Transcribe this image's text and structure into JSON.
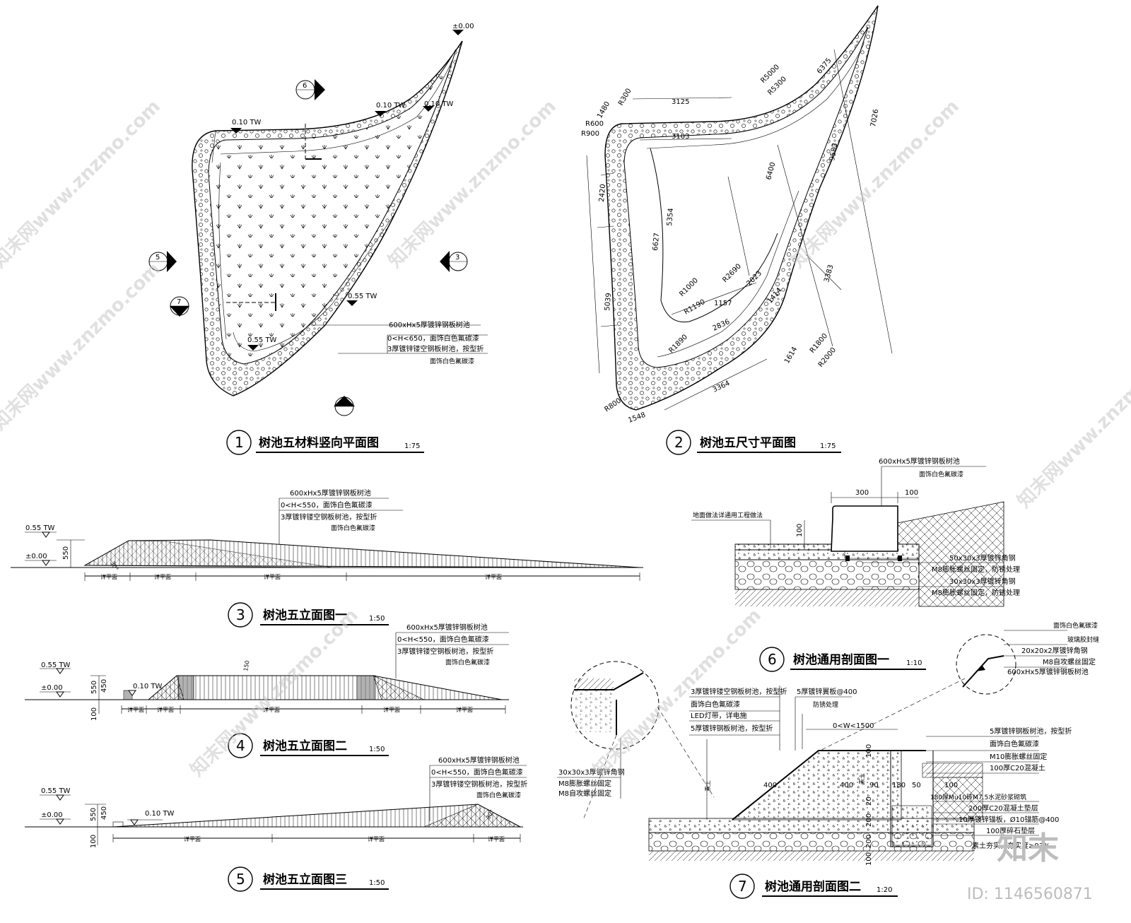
{
  "watermark": {
    "site": "知末网www.znzmo.com",
    "brand": "知末",
    "id": "ID: 1146560871"
  },
  "drawing1": {
    "number": "1",
    "title": "树池五材料竖向平面图",
    "scale": "1:75",
    "elevations": [
      "±0.00",
      "0.10 TW",
      "0.10 TW",
      "0.10 TW",
      "0.55 TW",
      "0.55 TW"
    ],
    "section_marks": [
      "6",
      "5",
      "3",
      "7",
      "4"
    ],
    "notes": [
      "600xHx5厚镀锌钢板树池",
      "0<H<650，面饰白色氟碳漆",
      "3厚镀锌镂空钢板树池，按型折",
      "面饰白色氟碳漆"
    ]
  },
  "drawing2": {
    "number": "2",
    "title": "树池五尺寸平面图",
    "scale": "1:75",
    "dims": [
      "3125",
      "3103",
      "R300",
      "R600",
      "R900",
      "1480",
      "R5000",
      "R5300",
      "6375",
      "7026",
      "9583",
      "6400",
      "2420",
      "5354",
      "6627",
      "5039",
      "R1000",
      "R1190",
      "1157",
      "R2690",
      "2023",
      "1414",
      "2836",
      "R1890",
      "R1800",
      "R2000",
      "1614",
      "3383",
      "3364",
      "1548",
      "R800"
    ]
  },
  "drawing3": {
    "number": "3",
    "title": "树池五立面图一",
    "scale": "1:50",
    "elevations": [
      "0.55 TW",
      "±0.00"
    ],
    "height": "550",
    "angle": "30°",
    "labels": [
      "详平面",
      "详平面",
      "详平面",
      "详平面"
    ],
    "notes": [
      "600xHx5厚镀锌钢板树池",
      "0<H<550，面饰白色氟碳漆",
      "3厚镀锌镂空钢板树池，按型折",
      "面饰白色氟碳漆"
    ]
  },
  "drawing4": {
    "number": "4",
    "title": "树池五立面图二",
    "scale": "1:50",
    "elevations": [
      "0.55 TW",
      "±0.00",
      "0.10 TW"
    ],
    "dims": [
      "450",
      "550",
      "100",
      "150"
    ],
    "labels": [
      "详平面",
      "详平面",
      "详平面",
      "详平面",
      "详平面"
    ],
    "notes": [
      "600xHx5厚镀锌钢板树池",
      "0<H<550，面饰白色氟碳漆",
      "3厚镀锌镂空钢板树池，按型折",
      "面饰白色氟碳漆"
    ]
  },
  "drawing5": {
    "number": "5",
    "title": "树池五立面图三",
    "scale": "1:50",
    "elevations": [
      "0.55 TW",
      "±0.00",
      "0.10 TW"
    ],
    "dims": [
      "450",
      "550",
      "100"
    ],
    "angle": "30°",
    "labels": [
      "详平面",
      "详平面",
      "详平面"
    ],
    "notes": [
      "600xHx5厚镀锌钢板树池",
      "0<H<550，面饰白色氟碳漆",
      "3厚镀锌镂空钢板树池，按型折",
      "面饰白色氟碳漆"
    ]
  },
  "drawing6": {
    "number": "6",
    "title": "树池通用剖面图一",
    "scale": "1:10",
    "top_notes": [
      "600xHx5厚镀锌钢板树池",
      "面饰白色氟碳漆"
    ],
    "dims": [
      "300",
      "100",
      "100"
    ],
    "left_note": "地面做法详通用工程做法",
    "notes": [
      "50x30x3厚镀锌角钢",
      "M8膨胀螺丝固定，防锈处理",
      "30x30x3厚镀锌角钢",
      "M8膨胀螺丝固定，防锈处理"
    ]
  },
  "drawing7": {
    "number": "7",
    "title": "树池通用剖面图二",
    "scale": "1:20",
    "detail_right": [
      "面饰白色氟碳漆",
      "玻璃胶封缝",
      "20x20x2厚镀锌角钢",
      "M8自攻螺丝固定",
      "600xHx5厚镀锌钢板树池"
    ],
    "detail_left": [
      "30x30x3厚镀锌角钢",
      "M8膨胀螺丝固定",
      "M8自攻螺丝固定"
    ],
    "notes_left": [
      "3厚镀锌镂空钢板树池，按型折",
      "面饰白色氟碳漆",
      "LED灯带，详电施",
      "5厚镀锌钢板树池，按型折"
    ],
    "notes_top": [
      "5厚镀锌翼板@400",
      "防锈处理",
      "0<W<1500"
    ],
    "notes_right": [
      "5厚镀锌钢板树池，按型折",
      "面饰白色氟碳漆",
      "M10膨胀螺丝固定",
      "100厚C20混凝土",
      "180厚Mu10砖M7.5水泥砂浆砌筑",
      "200厚C20混凝土垫层",
      "10厚镀锌锚板，Ø10锚筋@400",
      "100厚碎石垫层",
      "素土夯实，夯实度≥93%"
    ],
    "dims": [
      "400",
      "400",
      "90",
      "180",
      "50",
      "100",
      "200",
      "200",
      "100",
      "100",
      "20"
    ],
    "vlabels": [
      "素土",
      "素土"
    ]
  }
}
